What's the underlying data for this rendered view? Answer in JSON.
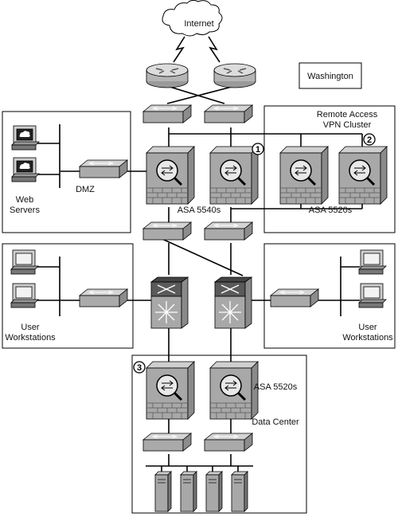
{
  "labels": {
    "internet": "Internet",
    "washington": "Washington",
    "remote_access_line1": "Remote Access",
    "remote_access_line2": "VPN Cluster",
    "dmz": "DMZ",
    "web_servers_line1": "Web",
    "web_servers_line2": "Servers",
    "asa_5540s": "ASA 5540s",
    "asa_5520s_vpn": "ASA 5520s",
    "user_workstations_left_line1": "User",
    "user_workstations_left_line2": "Workstations",
    "user_workstations_right_line1": "User",
    "user_workstations_right_line2": "Workstations",
    "asa_5520s_dc": "ASA 5520s",
    "data_center": "Data Center"
  },
  "badges": [
    "1",
    "2",
    "3"
  ]
}
